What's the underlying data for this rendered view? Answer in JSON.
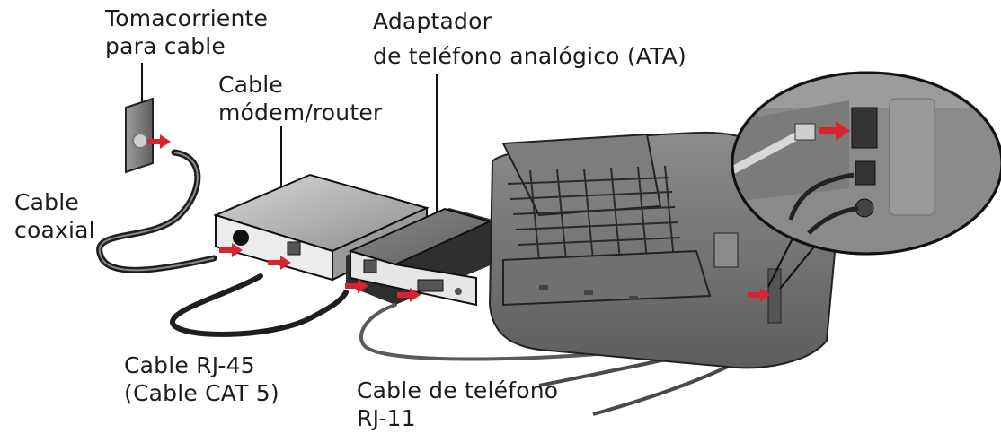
{
  "diagram": {
    "title": "Conexión de la impresora a un adaptador de teléfono analógico (ATA)",
    "labels": {
      "cable_outlet": {
        "line1": "Tomacorriente",
        "line2": "para cable"
      },
      "cable_modem": {
        "line1": "Cable",
        "line2": "módem/router"
      },
      "ata": {
        "line1": "Adaptador",
        "line2": "de teléfono analógico (ATA)"
      },
      "coax_cable": {
        "line1": "Cable",
        "line2": "coaxial"
      },
      "rj45_cable": {
        "line1": "Cable RJ-45",
        "line2": "(Cable CAT 5)"
      },
      "rj11_cable": {
        "line1": "Cable de teléfono",
        "line2": "RJ-11"
      }
    },
    "components": [
      "wall-cable-outlet",
      "coaxial-cable",
      "cable-modem-router",
      "rj45-cable",
      "analog-telephone-adapter",
      "rj11-phone-cable",
      "printer",
      "magnified-port-inset"
    ],
    "colors": {
      "arrow_red": "#d9232e",
      "device_gray": "#6f6f6f",
      "device_light": "#b9b9b9",
      "cable_dark": "#2b2b2b",
      "text": "#1c1c1c"
    }
  }
}
